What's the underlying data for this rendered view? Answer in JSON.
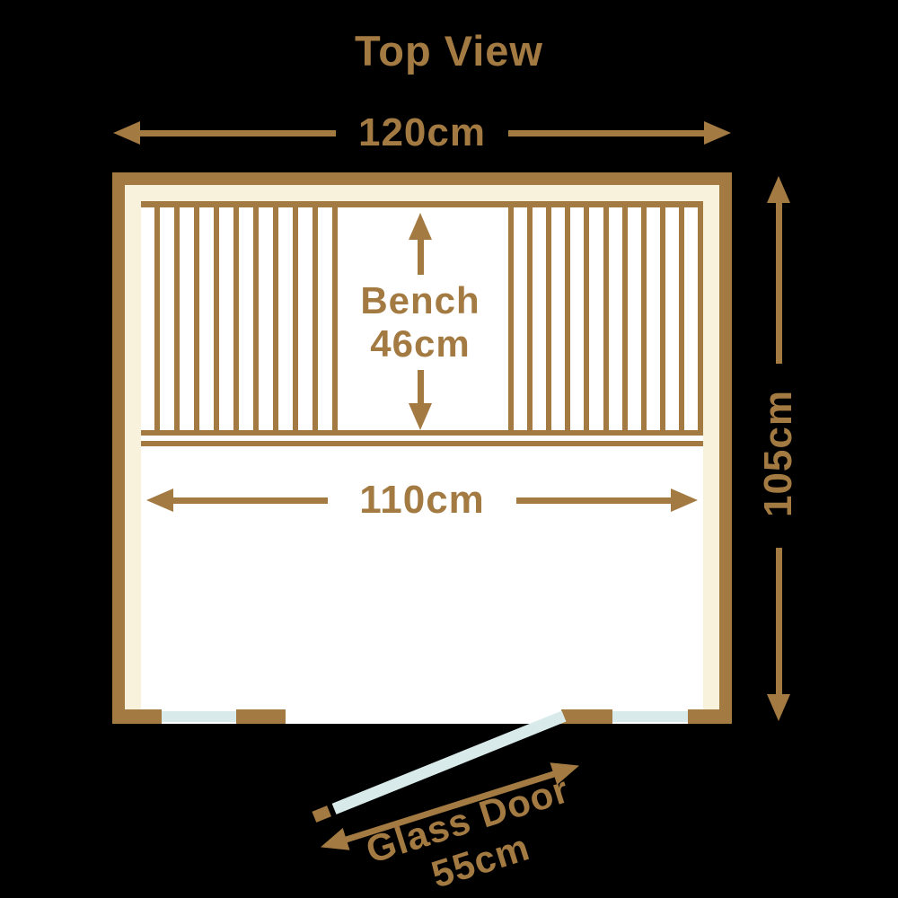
{
  "title": "Top View",
  "colors": {
    "brown": "#A37A42",
    "cream": "#F8F1DC",
    "glass": "#D8EBEA",
    "interior": "#FFFFFF",
    "background": "#000000"
  },
  "dimensions": {
    "overall_width": "120cm",
    "overall_depth": "105cm",
    "interior_width": "110cm"
  },
  "bench": {
    "label": "Bench",
    "depth": "46cm",
    "slat_groups": [
      10,
      11
    ]
  },
  "door": {
    "label": "Glass Door",
    "size": "55cm"
  }
}
